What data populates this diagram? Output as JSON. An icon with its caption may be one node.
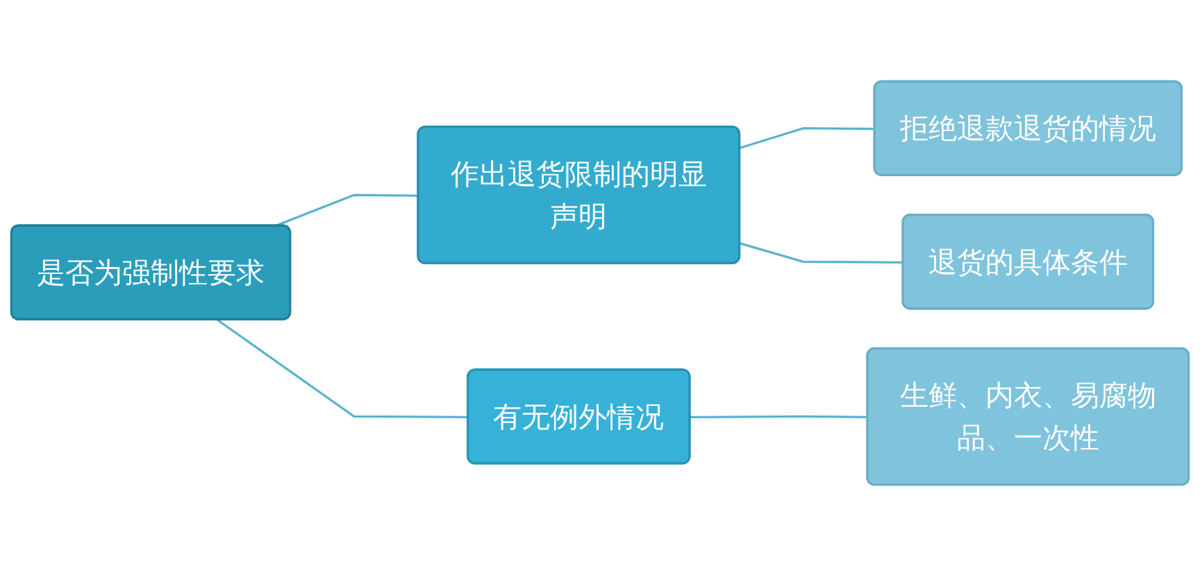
{
  "diagram": {
    "nodes": [
      {
        "text": [
          "是否为强制性要求"
        ]
      },
      {
        "text": [
          "作出退货限制的明显声明"
        ]
      },
      {
        "text": [
          "有无例外情况"
        ]
      },
      {
        "text": [
          "拒绝退款退货的情况"
        ]
      },
      {
        "text": [
          "退货的具体条件"
        ]
      },
      {
        "text": [
          "生鲜、内衣、易腐物品、一次性"
        ]
      }
    ],
    "edges": [
      {
        "from": 0,
        "to": 1,
        "arrow": "none"
      },
      {
        "from": 0,
        "to": 2,
        "arrow": "none"
      },
      {
        "from": 1,
        "to": 3,
        "arrow": "none"
      },
      {
        "from": 1,
        "to": 4,
        "arrow": "none"
      },
      {
        "from": 2,
        "to": 5,
        "arrow": "none"
      }
    ]
  }
}
